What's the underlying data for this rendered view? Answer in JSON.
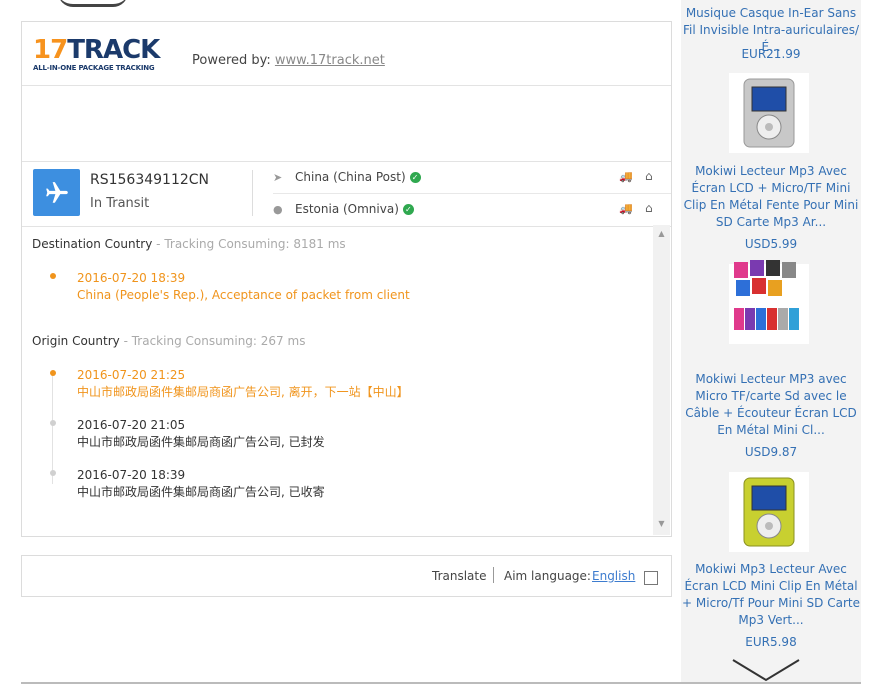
{
  "header": {
    "logo_main_17": "17",
    "logo_main_track": "TRACK",
    "logo_sub": "ALL-IN-ONE PACKAGE TRACKING",
    "powered_label": "Powered by: ",
    "powered_link": "www.17track.net"
  },
  "summary": {
    "tracking_number": "RS156349112CN",
    "status": "In Transit",
    "origin": "China (China Post)",
    "destination": "Estonia (Omniva)"
  },
  "destination": {
    "heading": "Destination Country",
    "consuming": " - Tracking Consuming: 8181 ms",
    "events": [
      {
        "time": "2016-07-20 18:39",
        "text": "China (People's Rep.), Acceptance of packet from client"
      }
    ]
  },
  "origin": {
    "heading": "Origin Country",
    "consuming": " - Tracking Consuming: 267 ms",
    "events": [
      {
        "time": "2016-07-20 21:25",
        "text": "中山市邮政局函件集邮局商函广告公司, 离开，下一站【中山】"
      },
      {
        "time": "2016-07-20 21:05",
        "text": "中山市邮政局函件集邮局商函广告公司, 已封发"
      },
      {
        "time": "2016-07-20 18:39",
        "text": "中山市邮政局函件集邮局商函广告公司, 已收寄"
      }
    ]
  },
  "translate_bar": {
    "translate_label": "Translate",
    "aim_label": "Aim language:",
    "language": "English"
  },
  "products": [
    {
      "title": "Musique Casque In-Ear Sans Fil Invisible Intra-auriculaires/É...",
      "price": "EUR21.99"
    },
    {
      "title": "Mokiwi Lecteur Mp3 Avec Écran LCD + Micro/TF Mini Clip En Métal Fente Pour Mini SD Carte Mp3 Ar...",
      "price": "USD5.99"
    },
    {
      "title": "Mokiwi Lecteur MP3 avec Micro TF/carte Sd avec le Câble + Écouteur Écran LCD En Métal Mini Cl...",
      "price": "USD9.87"
    },
    {
      "title": "Mokiwi Mp3 Lecteur Avec Écran LCD Mini Clip En Métal + Micro/Tf Pour Mini SD Carte Mp3 Vert...",
      "price": "EUR5.98"
    }
  ],
  "colors": {
    "accent_orange": "#f0941c",
    "accent_blue": "#3d8fe0",
    "link_blue": "#3470b4",
    "check_green": "#2fa84f"
  }
}
